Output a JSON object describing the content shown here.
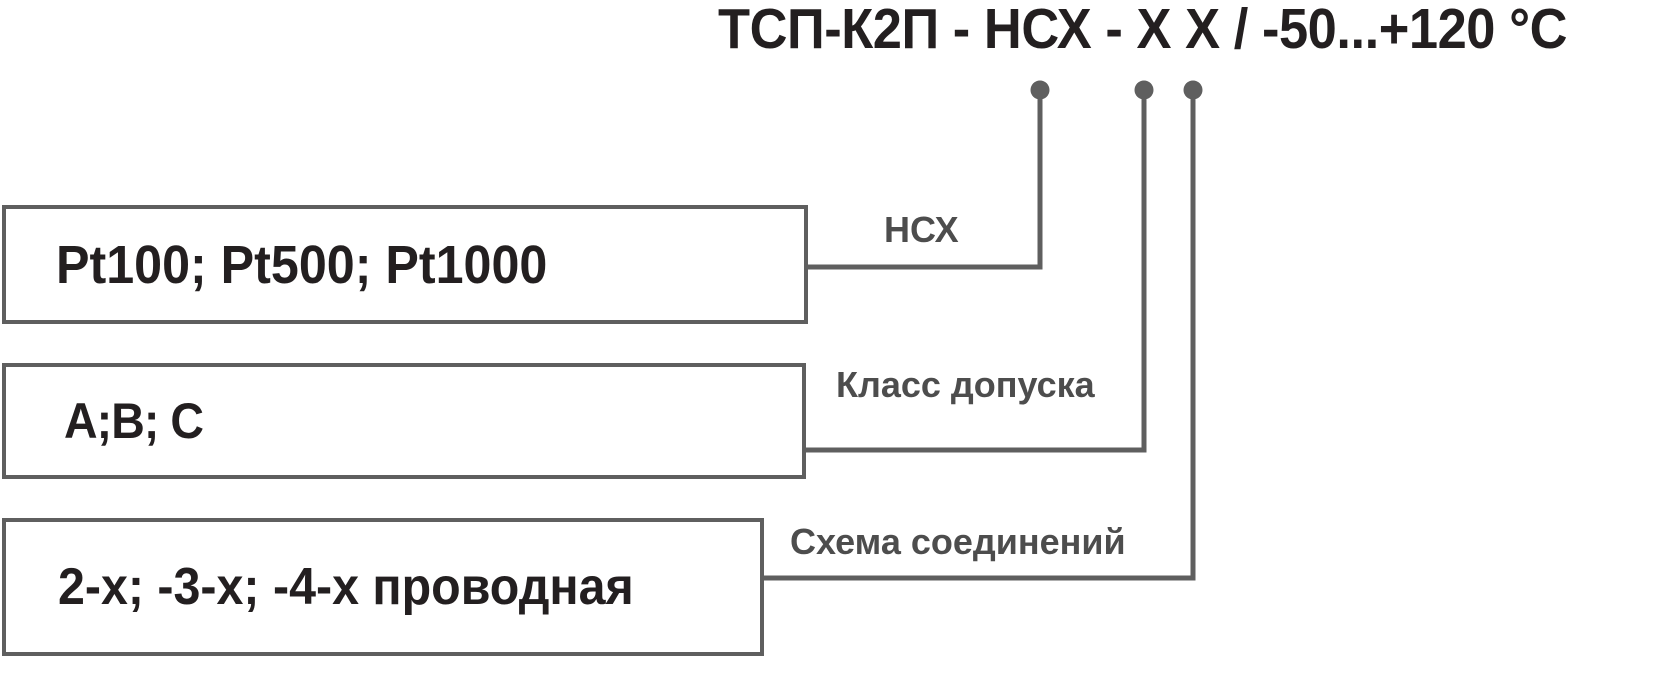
{
  "diagram": {
    "title_code": "ТСП-К2П  - НСХ - X X / -50...+120 °C",
    "line_color": "#5f5f5f",
    "text_color": "#231f20",
    "label_color": "#4d4d4d",
    "options": [
      {
        "key": "nsx",
        "box_text": "Pt100; Pt500; Pt1000",
        "leader_label": "НСХ"
      },
      {
        "key": "tolerance_class",
        "box_text": "A;B; C",
        "leader_label": "Класс допуска"
      },
      {
        "key": "connection_scheme",
        "box_text": "2-х; -3-х; -4-х проводная",
        "leader_label": "Схема соединений"
      }
    ]
  }
}
